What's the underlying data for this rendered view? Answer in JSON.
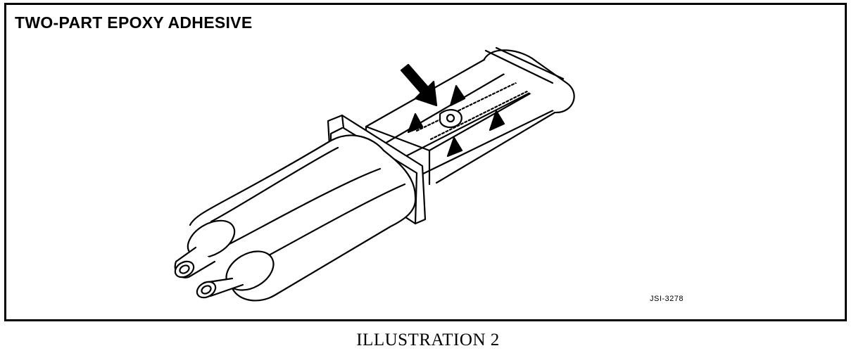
{
  "figure": {
    "title": "TWO-PART EPOXY ADHESIVE",
    "reference_code": "JSI-3278",
    "caption": "ILLUSTRATION 2"
  },
  "subject": {
    "icon": "dual-cartridge-syringe-icon",
    "pointer": "arrow-icon"
  },
  "colors": {
    "line": "#000000",
    "background": "#ffffff"
  }
}
